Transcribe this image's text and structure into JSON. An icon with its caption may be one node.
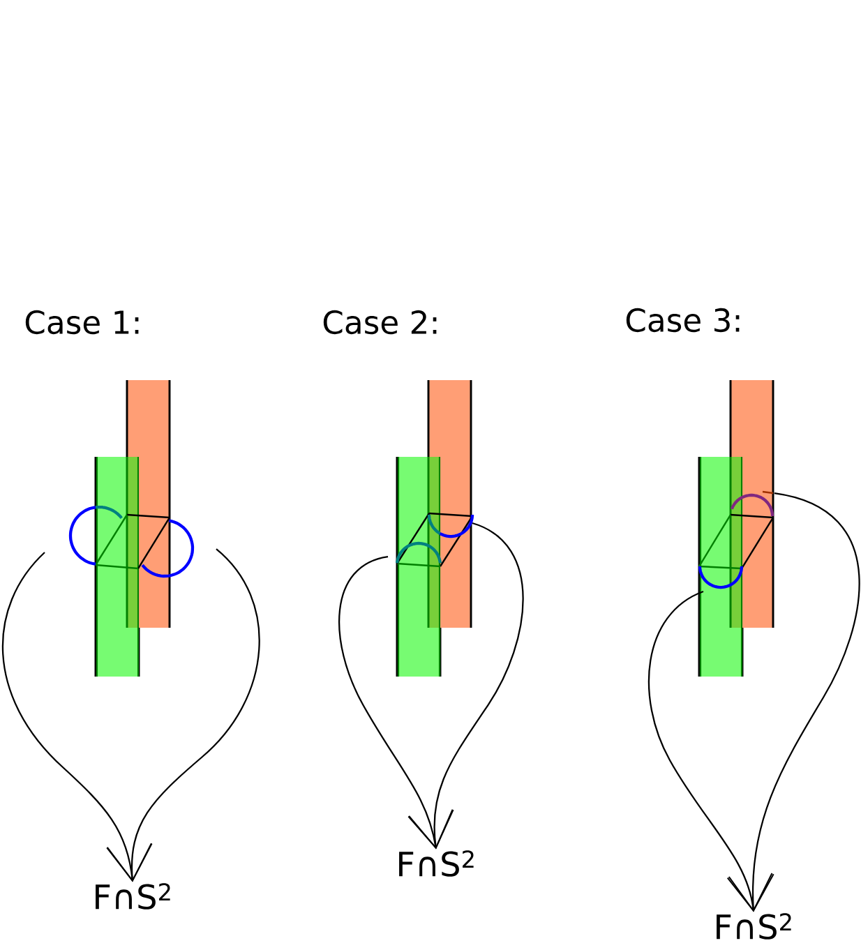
{
  "diagram": {
    "nodes": [
      {
        "text": [
          "F∩S$^{2}$"
        ]
      },
      {
        "text": [
          "F∩S$^{2}$"
        ]
      },
      {
        "text": [
          "F∩S$^{2}$"
        ]
      },
      {
        "text": [],
        "shape": "arc"
      },
      {
        "text": [],
        "shape": "arc"
      },
      {
        "text": [],
        "shape": "arc"
      },
      {
        "text": [],
        "shape": "arc"
      },
      {
        "text": [],
        "shape": "arc"
      },
      {
        "text": [],
        "shape": "arc"
      }
    ],
    "edges": [
      {
        "from": 3,
        "to": 0,
        "arrow": "to"
      },
      {
        "from": 4,
        "to": 0,
        "arrow": "to"
      },
      {
        "from": 6,
        "to": 1,
        "arrow": "to"
      },
      {
        "from": 5,
        "to": 1,
        "arrow": "to"
      },
      {
        "from": 8,
        "to": 2,
        "arrow": "to"
      },
      {
        "from": 7,
        "to": 2,
        "arrow": "to"
      }
    ],
    "labels": [
      "Case 1:",
      "Case 2:",
      "Case 3:"
    ]
  }
}
